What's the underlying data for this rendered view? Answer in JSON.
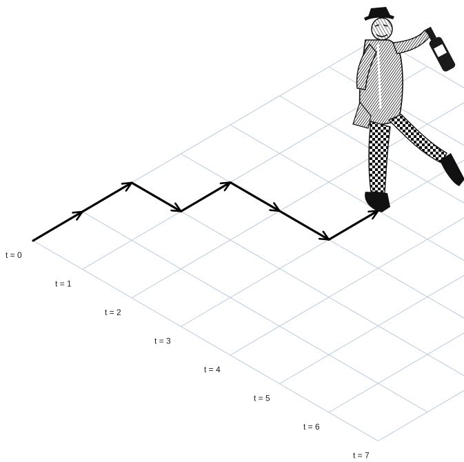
{
  "diagram": {
    "grid_color": "#b9c9dc",
    "path_color": "#000000",
    "time_labels": [
      "t = 0",
      "t = 1",
      "t = 2",
      "t = 3",
      "t = 4",
      "t = 5",
      "t = 6",
      "t = 7"
    ],
    "walk_steps": [
      "up",
      "up",
      "down",
      "up",
      "down",
      "down",
      "up"
    ],
    "illustration": "drunkard-with-bottle"
  }
}
